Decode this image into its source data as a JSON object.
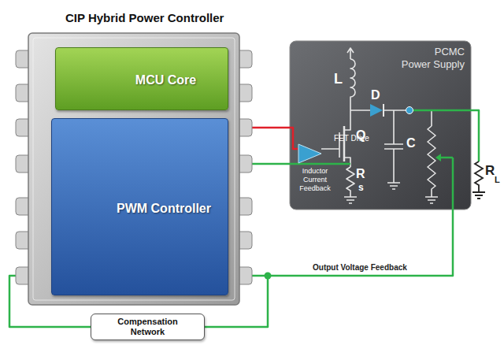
{
  "diagram": {
    "nodes": [
      {
        "text": [
          "CIP Hybrid Power Controller"
        ]
      },
      {
        "text": [
          "MCU Core"
        ],
        "in": 0
      },
      {
        "text": [
          "PWM Controller"
        ],
        "in": 0
      },
      {
        "text": [
          "PCMC Power Supply"
        ]
      },
      {
        "text": [
          "FET Drive"
        ],
        "in": 3
      },
      {
        "text": [
          "Compensation Network"
        ]
      }
    ],
    "edges": [
      {
        "from": 2,
        "to": 4,
        "arrow": "none"
      },
      {
        "from": 5,
        "to": 2,
        "arrow": "none"
      },
      {
        "from": 5,
        "to": 2,
        "arrow": "none"
      }
    ],
    "labels": [
      "L",
      "D",
      "Q",
      "C",
      "R",
      "s",
      "Inductor Current Feedback",
      "R",
      "L",
      "Output Voltage Feedback"
    ]
  }
}
